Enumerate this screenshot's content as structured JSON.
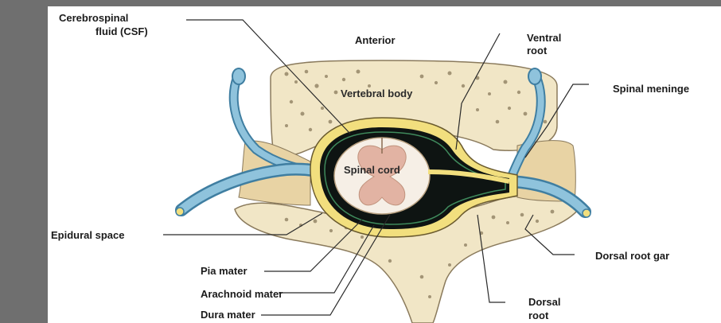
{
  "diagram": {
    "colors": {
      "bone": "#f1e6c6",
      "bone_pores": "#8a7a5c",
      "csf_space": "#0e1412",
      "meninges_yellow": "#f2df7e",
      "cord": "#f6efe6",
      "grey_matter": "#e2b3a3",
      "nerve_blue": "#8fc3dc",
      "nerve_blue_dark": "#3f7ea1",
      "frame_grey": "#6f6f6f"
    },
    "labels": {
      "csf": [
        "Cerebrospinal",
        "fluid (CSF)"
      ],
      "anterior": "Anterior",
      "ventral_root": [
        "Ventral",
        "root"
      ],
      "spinal_meninges": "Spinal meninge",
      "vertebral_body": "Vertebral body",
      "spinal_cord": "Spinal cord",
      "epidural_space": "Epidural space",
      "dorsal_root_ganglion": "Dorsal root gar",
      "pia_mater": "Pia mater",
      "arachnoid_mater": "Arachnoid mater",
      "dura_mater": "Dura mater",
      "dorsal_root": [
        "Dorsal",
        "root"
      ]
    }
  }
}
